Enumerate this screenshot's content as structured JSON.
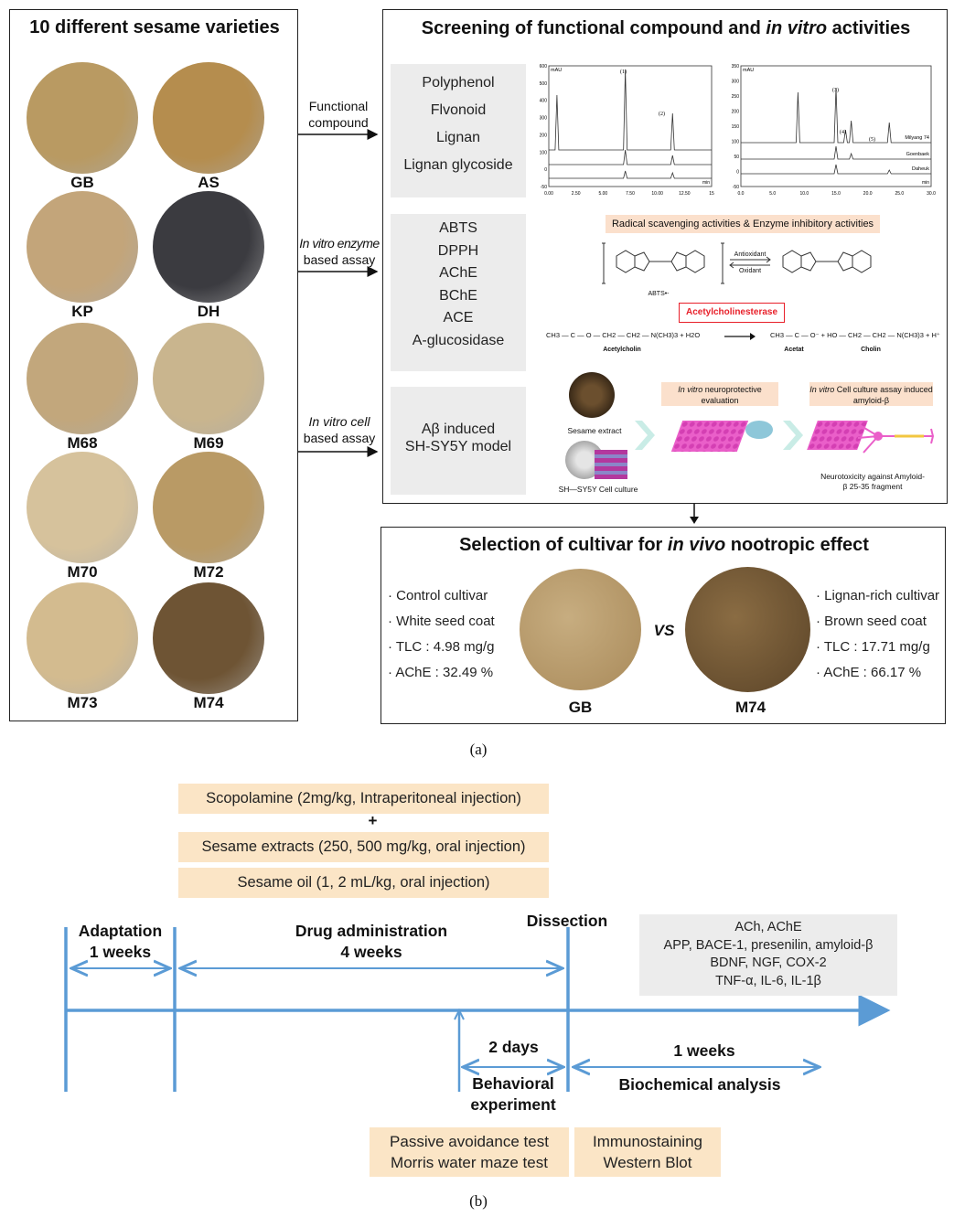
{
  "panel_a": {
    "varieties_title": "10 different sesame varieties",
    "varieties": [
      {
        "label": "GB",
        "color": "#b99a62"
      },
      {
        "label": "AS",
        "color": "#b58d4e"
      },
      {
        "label": "KP",
        "color": "#c3a57a"
      },
      {
        "label": "DH",
        "color": "#3b3b40"
      },
      {
        "label": "M68",
        "color": "#c2a77c"
      },
      {
        "label": "M69",
        "color": "#c9b58e"
      },
      {
        "label": "M70",
        "color": "#d6c29c"
      },
      {
        "label": "M72",
        "color": "#b99a65"
      },
      {
        "label": "M73",
        "color": "#d3bb8f"
      },
      {
        "label": "M74",
        "color": "#6e5434"
      }
    ],
    "screening_title_pre": "Screening of functional compound and ",
    "screening_title_em": "in vitro",
    "screening_title_post": " activities",
    "arrows": [
      {
        "line1": "Functional",
        "line2": "compound"
      },
      {
        "line1": "In vitro enzyme",
        "line2": "based assay"
      },
      {
        "line1": "In vitro cell",
        "line2": "based assay"
      }
    ],
    "compounds": [
      "Polyphenol",
      "Flvonoid",
      "Lignan",
      "Lignan glycoside"
    ],
    "assays": [
      "ABTS",
      "DPPH",
      "AChE",
      "BChE",
      "ACE",
      "A-glucosidase"
    ],
    "cell_model": [
      "Aβ induced",
      "SH-SY5Y model"
    ],
    "chrom1": {
      "yunit": "mAU",
      "yticks": [
        "600",
        "500",
        "400",
        "300",
        "200",
        "100",
        "0",
        "-50"
      ],
      "xticks": [
        "0.00",
        "2.50",
        "5.00",
        "7.50",
        "10.00",
        "12.50",
        "15"
      ],
      "xunit": "min",
      "peaks": [
        "(1)",
        "(2)"
      ]
    },
    "chrom2": {
      "yunit": "mAU",
      "yticks": [
        "350",
        "300",
        "250",
        "200",
        "150",
        "100",
        "50",
        "0",
        "-50"
      ],
      "xticks": [
        "0.0",
        "5.0",
        "10.0",
        "15.0",
        "20.0",
        "25.0",
        "30.0"
      ],
      "xunit": "min",
      "peaks": [
        "(3)",
        "(4)",
        "(5)"
      ],
      "traces": [
        "Milyang 74",
        "Goenbaek",
        "Daheuk"
      ]
    },
    "radical_banner": "Radical scavenging activities & Enzyme inhibitory activities",
    "antioxidant": "Antioxidant",
    "oxidant": "Oxidant",
    "abts_label": "ABTS•-",
    "ache_box": "Acetylcholinesterase",
    "reaction_left": "CH3 — C — O — CH2 — CH2 — N(CH3)3  +  H2O",
    "reaction_right": "CH3 — C — O⁻  +  HO — CH2 — CH2 — N(CH3)3  +  H⁺",
    "acetylcholin": "Acetylcholin",
    "acetat": "Acetat",
    "cholin": "Cholin",
    "sesame_extract": "Sesame extract",
    "cell_culture": "SH—SY5Y Cell culture",
    "neuro_eval_em": "In vitro",
    "neuro_eval": " neuroprotective evaluation",
    "cell_assay_em": "In vitro",
    "cell_assay": " Cell culture assay induced amyloid-β",
    "neurotox": "Neurotoxicity against Amyloid-β 25-35 fragment",
    "selection_title_pre": "Selection of cultivar for ",
    "selection_title_em": "in vivo",
    "selection_title_post": " nootropic effect",
    "control": [
      "· Control cultivar",
      "· White seed coat",
      "· TLC : 4.98 mg/g",
      "· AChE : 32.49 %"
    ],
    "lignan": [
      "· Lignan-rich cultivar",
      "· Brown seed coat",
      "· TLC : 17.71 mg/g",
      "· AChE : 66.17 %"
    ],
    "vs": "VS",
    "sel_left": "GB",
    "sel_right": "M74",
    "caption": "(a)"
  },
  "panel_b": {
    "treatments": [
      "Scopolamine (2mg/kg, Intraperitoneal injection)",
      "+",
      "Sesame extracts (250, 500 mg/kg, oral injection)",
      "Sesame oil (1, 2 mL/kg, oral injection)"
    ],
    "adaptation": [
      "Adaptation",
      "1 weeks"
    ],
    "drug": [
      "Drug administration",
      "4 weeks"
    ],
    "dissection": "Dissection",
    "markers": [
      "ACh, AChE",
      "APP, BACE-1, presenilin, amyloid-β",
      "BDNF, NGF, COX-2",
      "TNF-α, IL-6, IL-1β"
    ],
    "two_days": "2 days",
    "one_week": "1 weeks",
    "behavioral": [
      "Behavioral",
      "experiment"
    ],
    "biochemical": "Biochemical analysis",
    "behav_tests": [
      "Passive avoidance test",
      "Morris water maze test"
    ],
    "bio_tests": [
      "Immunostaining",
      "Western Blot"
    ],
    "caption": "(b)"
  },
  "colors": {
    "timeline": "#5b9bd5",
    "peach": "#fbe5c6",
    "gray": "#ececec",
    "ache_red": "#e8202a",
    "banner": "#fbe0cc",
    "pink": "#ea5fc9"
  }
}
